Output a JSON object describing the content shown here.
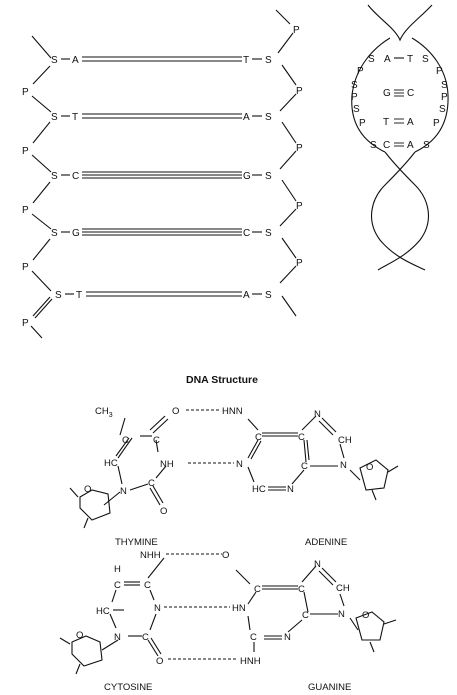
{
  "title": "DNA Structure",
  "ladder": {
    "sugar": "S",
    "phosphate": "P",
    "pairs": [
      {
        "left": "A",
        "right": "T"
      },
      {
        "left": "T",
        "right": "A"
      },
      {
        "left": "C",
        "right": "G"
      },
      {
        "left": "G",
        "right": "C"
      },
      {
        "left": "T",
        "right": "A"
      }
    ]
  },
  "helix_inset": {
    "pairs": [
      {
        "left": "A",
        "right": "T"
      },
      {
        "left": "G",
        "right": "C"
      },
      {
        "left": "T",
        "right": "A"
      },
      {
        "left": "C",
        "right": "A"
      }
    ]
  },
  "molecules": {
    "thymine": "THYMINE",
    "adenine": "ADENINE",
    "cytosine": "CYTOSINE",
    "guanine": "GUANINE"
  },
  "atoms": {
    "methyl": "CH",
    "methyl_sub": "3",
    "c": "C",
    "n": "N",
    "o": "O",
    "h": "H",
    "ch": "CH",
    "hc": "HC",
    "nh": "NH",
    "hn": "HN",
    "hnn": "HNN",
    "nhh": "NHH",
    "hnh": "HNH"
  }
}
